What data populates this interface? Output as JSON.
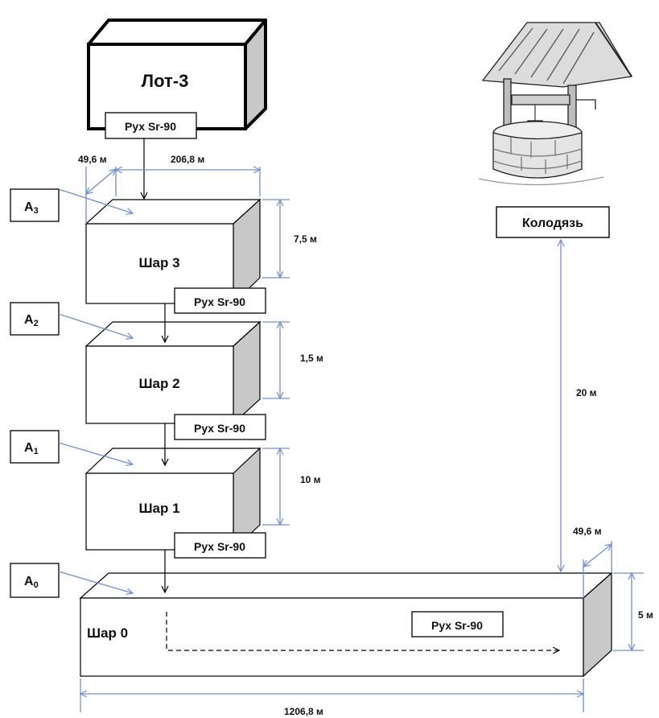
{
  "boxes": {
    "lot": "Лот-3",
    "layer3": "Шар 3",
    "layer2": "Шар 2",
    "layer1": "Шар 1",
    "layer0": "Шар 0"
  },
  "flow_labels": {
    "lot": "Рух Sr-90",
    "layer3": "Рух Sr-90",
    "layer2": "Рух Sr-90",
    "layer1": "Рух Sr-90",
    "layer0": "Рух Sr-90"
  },
  "side_labels": {
    "a3": {
      "letter": "A",
      "index": "3"
    },
    "a2": {
      "letter": "A",
      "index": "2"
    },
    "a1": {
      "letter": "A",
      "index": "1"
    },
    "a0": {
      "letter": "A",
      "index": "0"
    }
  },
  "well": {
    "label": "Колодязь"
  },
  "dimensions": {
    "depth_top": "49,6 м",
    "width_top": "206,8 м",
    "h3": "7,5 м",
    "h2": "1,5 м",
    "h1": "10 м",
    "well_distance": "20 м",
    "depth_bottom": "49,6 м",
    "h0": "5 м",
    "width_bottom": "1206,8 м"
  },
  "colors": {
    "dimension_line": "#6f8fcf",
    "box_side": "#c8c8c8",
    "outline": "#000000"
  }
}
